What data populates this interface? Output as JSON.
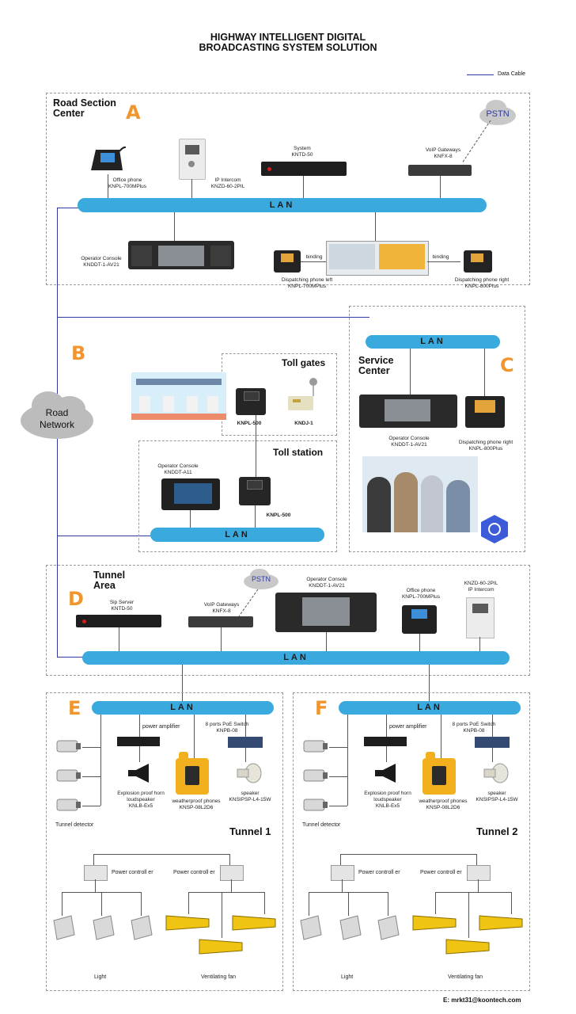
{
  "title": {
    "line1": "HIGHWAY INTELLIGENT DIGITAL",
    "line2": "BROADCASTING SYSTEM SOLUTION"
  },
  "legend": {
    "label": "Data Cable"
  },
  "colors": {
    "lan": "#3aa9de",
    "letter": "#f0962d",
    "cable": "#2f3aa0",
    "cloud": "#bcbcbc"
  },
  "section_a": {
    "title": "Road Section\nCenter",
    "letter": "A",
    "lan": "LAN",
    "pstn": "PSTN",
    "office_phone": "Office phone\nKNPL-700MPlus",
    "ip_intercom": "IP Intercom\nKNZD-60-2PIL",
    "system": "System\nKNTD-50",
    "voip": "VoIP Gateways\nKNFX-8",
    "operator_console": "Operator Console\nKNDDT-1-AV21",
    "binding_left": "binding",
    "binding_right": "binding",
    "dispatch_left": "Dispatching phone left\nKNPL-700MPlus",
    "dispatch_right": "Dispatching phone right\nKNPL-800Plus"
  },
  "road_network": "Road\nNetwork",
  "section_b": {
    "letter": "B",
    "toll_gates": "Toll gates",
    "knpl500": "KNPL-500",
    "kndj1": "KNDJ-1",
    "toll_station": "Toll station",
    "operator_console": "Operator Console\nKNDDT-A11",
    "knpl500b": "KNPL-500",
    "lan": "LAN"
  },
  "section_c": {
    "letter": "C",
    "lan": "LAN",
    "title": "Service\nCenter",
    "operator_console": "Operator Console\nKNDDT-1-AV21",
    "dispatch_right": "Dispatching phone right\nKNPL-800Plus"
  },
  "section_d": {
    "title": "Tunnel\nArea",
    "letter": "D",
    "lan": "LAN",
    "pstn": "PSTN",
    "sip_server": "Sip Server\nKNTD-50",
    "voip": "VoIP Gateways\nKNFX-8",
    "operator_console": "Operator Console\nKNDDT-1-AV21",
    "office_phone": "Office phone\nKNPL-700MPlus",
    "ip_intercom": "KNZD-60-2PIL\nIP Intercom"
  },
  "tunnels": [
    {
      "letter": "E",
      "lan": "LAN",
      "name": "Tunnel 1",
      "power_amp": "power amplifier",
      "poe_switch": "8 ports PoE Switch\nKNPB-08",
      "horn": "Explosion proof horn\nloudspeaker\nKNLB-Ex5",
      "weather_phone": "weatherproof phones\nKNSP-08L2D6",
      "speaker": "speaker\nKNSIPSP-L4-15W",
      "detector": "Tunnel detector",
      "power_ctrl_left": "Power controll er",
      "power_ctrl_right": "Power controll er",
      "light": "Light",
      "fan": "Ventilating fan"
    },
    {
      "letter": "F",
      "lan": "LAN",
      "name": "Tunnel 2",
      "power_amp": "power amplifier",
      "poe_switch": "8 ports PoE Switch\nKNPB-08",
      "horn": "Explosion proof horn\nloudspeaker\nKNLB-Ex5",
      "weather_phone": "weatherproof phones\nKNSP-08L2D6",
      "speaker": "speaker\nKNSIPSP-L4-15W",
      "detector": "Tunnel detector",
      "power_ctrl_left": "Power controll er",
      "power_ctrl_right": "Power controll er",
      "light": "Light",
      "fan": "Ventilating fan"
    }
  ],
  "email": "E: mrkt31@koontech.com"
}
